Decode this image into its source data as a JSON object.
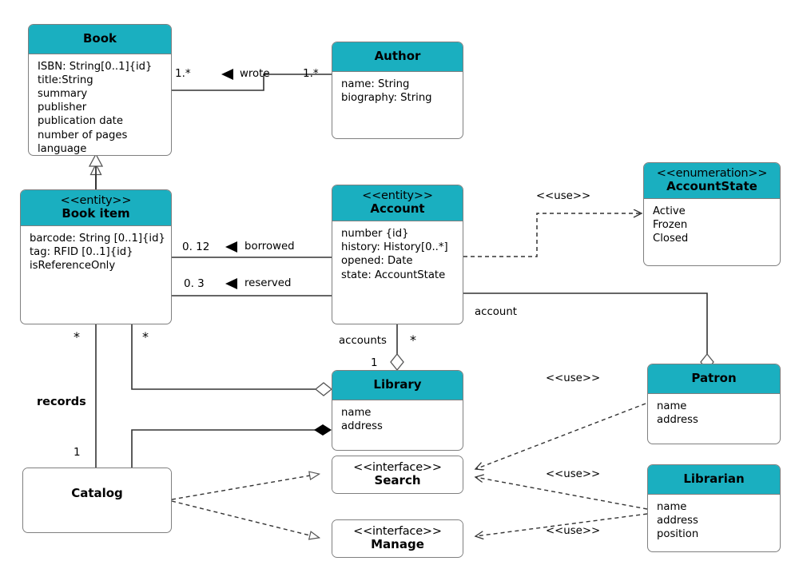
{
  "diagram": {
    "title": "Library UML Class Diagram",
    "type": "uml-class-diagram",
    "accent_color": "#1aafc0",
    "line_color": "#333333",
    "border_color": "#7f7f7f",
    "background": "#ffffff"
  },
  "classes": [
    {
      "id": "book",
      "stereotype": "",
      "name": "Book",
      "attributes": [
        "ISBN: String[0..1]{id}",
        "title:String",
        "summary",
        "publisher",
        "publication date",
        "number of pages",
        "language"
      ]
    },
    {
      "id": "author",
      "stereotype": "",
      "name": "Author",
      "attributes": [
        "name: String",
        "biography: String"
      ]
    },
    {
      "id": "bookitem",
      "stereotype": "<<entity>>",
      "name": "Book item",
      "attributes": [
        "barcode: String [0..1]{id}",
        "tag: RFID [0..1]{id}",
        "isReferenceOnly"
      ]
    },
    {
      "id": "account",
      "stereotype": "<<entity>>",
      "name": "Account",
      "attributes": [
        "number {id}",
        "history: History[0..*]",
        "opened: Date",
        "state: AccountState"
      ]
    },
    {
      "id": "accountstate",
      "stereotype": "<<enumeration>>",
      "name": "AccountState",
      "attributes": [
        "Active",
        "Frozen",
        "Closed"
      ]
    },
    {
      "id": "library",
      "stereotype": "",
      "name": "Library",
      "attributes": [
        "name",
        "address"
      ]
    },
    {
      "id": "patron",
      "stereotype": "",
      "name": "Patron",
      "attributes": [
        "name",
        "address"
      ]
    },
    {
      "id": "librarian",
      "stereotype": "",
      "name": "Librarian",
      "attributes": [
        "name",
        "address",
        "position"
      ]
    },
    {
      "id": "catalog",
      "stereotype": "",
      "name": "Catalog",
      "attributes": []
    },
    {
      "id": "search",
      "stereotype": "<<interface>>",
      "name": "Search",
      "attributes": []
    },
    {
      "id": "manage",
      "stereotype": "<<interface>>",
      "name": "Manage",
      "attributes": []
    }
  ],
  "edge_labels": {
    "wrote_left_mult": "1.*",
    "wrote_name": "wrote",
    "wrote_right_mult": "1.*",
    "borrowed_mult": "0. 12",
    "borrowed_name": "borrowed",
    "reserved_mult": "0. 3",
    "reserved_name": "reserved",
    "use_accountstate": "<<use>>",
    "use_patron_search": "<<use>>",
    "use_librarian_search": "<<use>>",
    "use_librarian_manage": "<<use>>",
    "accounts_name": "accounts",
    "accounts_star": "*",
    "accounts_one": "1",
    "account_name": "account",
    "records_name": "records",
    "records_star": "*",
    "records_one": "1",
    "bookitem_library_star": "*"
  }
}
